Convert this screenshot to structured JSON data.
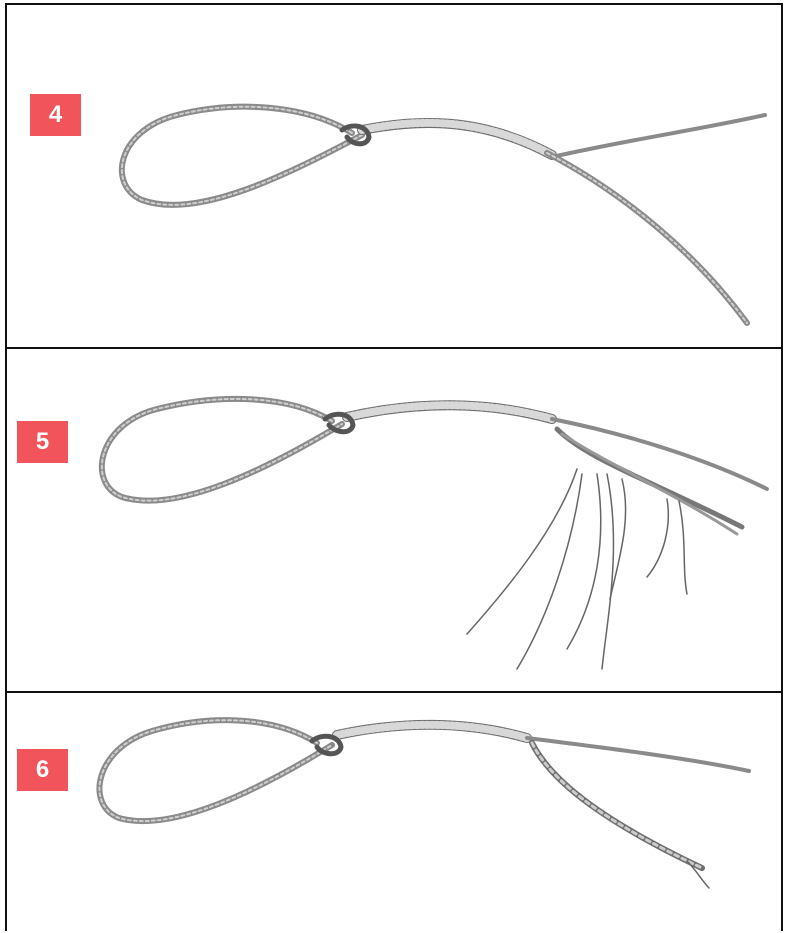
{
  "steps": [
    {
      "number": "4"
    },
    {
      "number": "5"
    },
    {
      "number": "6"
    }
  ],
  "colors": {
    "badge": "#f2545b",
    "rope": "#8a8a8a",
    "rope_dark": "#555555",
    "border": "#111111"
  }
}
